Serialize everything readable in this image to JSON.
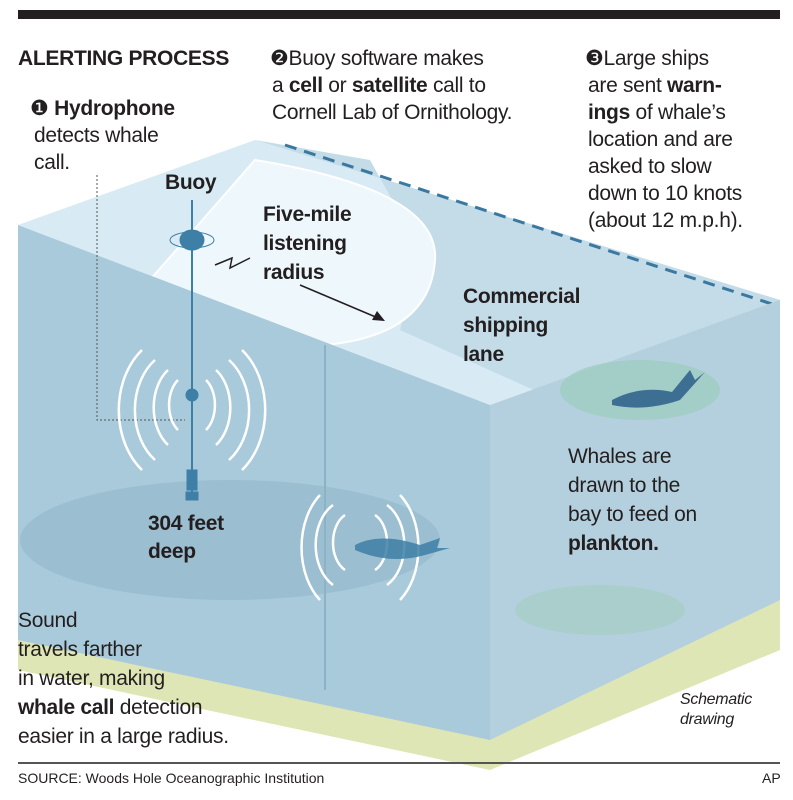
{
  "title": "ALERTING PROCESS",
  "steps": [
    {
      "num": "❶",
      "bold": "Hydrophone",
      "text": "detects whale",
      "text2": "call."
    },
    {
      "num": "❷",
      "line1": "Buoy software makes",
      "a": "a ",
      "cell": "cell",
      "or": " or ",
      "satellite": "satellite",
      "call": " call to",
      "line3": "Cornell Lab of Ornithology."
    },
    {
      "num": "❸",
      "line1": "Large ships",
      "l2a": "are sent ",
      "warn": "warn-",
      "ings": "ings",
      "l3b": " of whale’s",
      "line4": "location and are",
      "line5": "asked to slow",
      "line6": "down to 10 knots",
      "line7": "(about 12 m.p.h)."
    }
  ],
  "labels": {
    "buoy": "Buoy",
    "radius": [
      "Five-mile",
      "listening",
      "radius"
    ],
    "lane": [
      "Commercial",
      "shipping",
      "lane"
    ],
    "depth": [
      "304 feet",
      "deep"
    ],
    "whales": [
      "Whales are",
      "drawn to the",
      "bay to feed on"
    ],
    "plankton": "plankton.",
    "sound": [
      "Sound",
      "travels farther",
      "in water, making"
    ],
    "sound_bold": "whale call",
    "sound_rest": " detection",
    "sound_last": "easier in a large radius.",
    "schematic": [
      "Schematic",
      "drawing"
    ]
  },
  "footer": {
    "source": "SOURCE: Woods Hole Oceanographic Institution",
    "credit": "AP"
  },
  "colors": {
    "water_top": "#d6eaf3",
    "water_front": "#a9cadb",
    "water_side": "#b7d2df",
    "buoy": "#3d7fa6",
    "ground": "#dfe6b5"
  }
}
